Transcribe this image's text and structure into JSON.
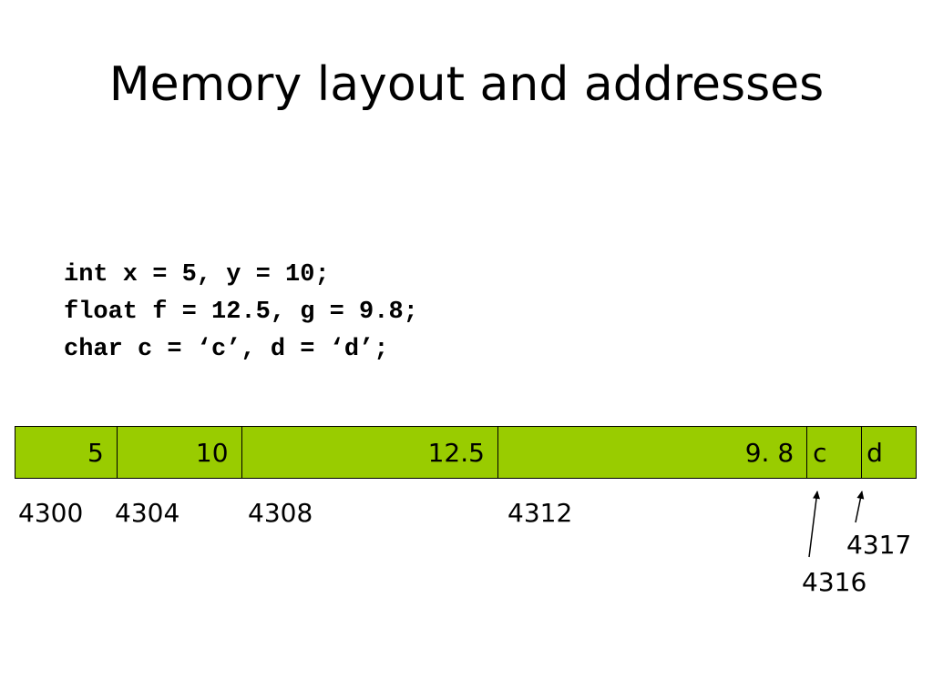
{
  "title": "Memory layout and addresses",
  "code": [
    "int x = 5, y = 10;",
    "float f = 12.5, g = 9.8;",
    "char c = ‘c’, d = ‘d’;"
  ],
  "memory": {
    "fill_color": "#99cc00",
    "cells": [
      {
        "value": "5"
      },
      {
        "value": "10"
      },
      {
        "value": "12.5"
      },
      {
        "value": "9. 8"
      },
      {
        "value": "c"
      },
      {
        "value": "d"
      }
    ],
    "addresses": [
      "4300",
      "4304",
      "4308",
      "4312",
      "4316",
      "4317"
    ]
  }
}
